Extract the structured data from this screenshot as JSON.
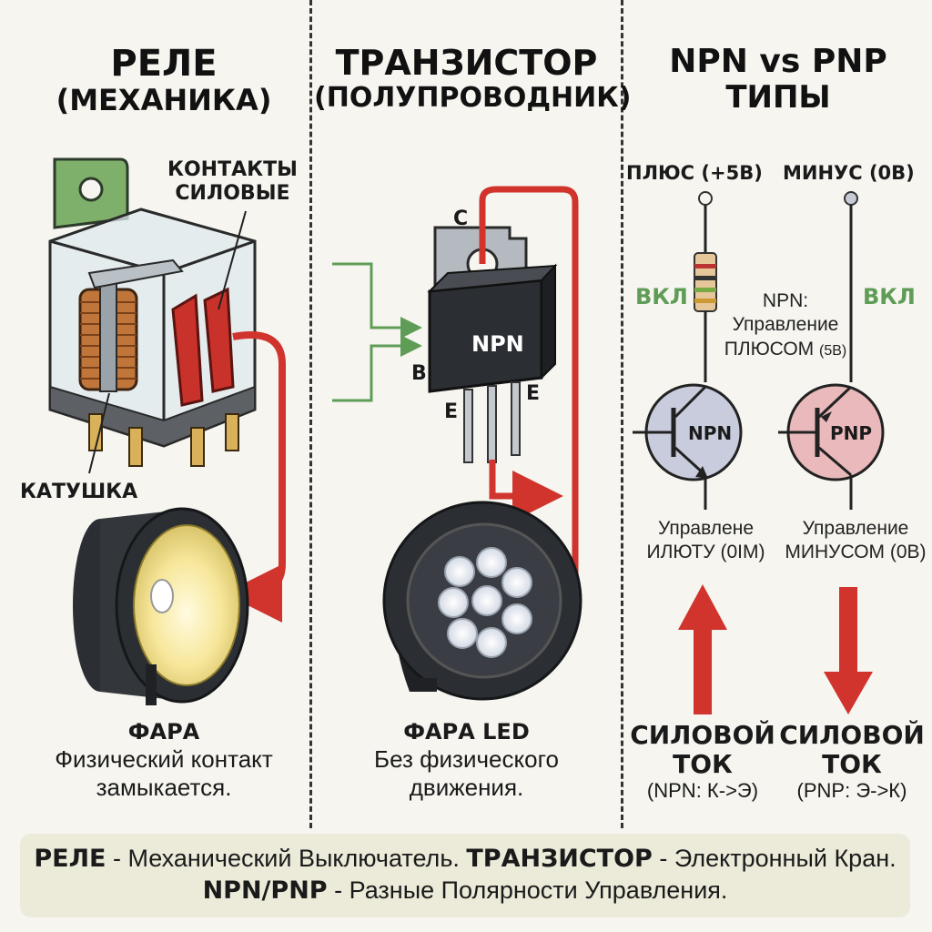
{
  "columns": {
    "relay": {
      "title_line1": "РЕЛЕ",
      "title_line2": "(МЕХАНИКА)",
      "label_contacts_1": "КОНТАКТЫ",
      "label_contacts_2": "СИЛОВЫЕ",
      "label_coil": "КАТУШКА",
      "lamp_title": "ФАРА",
      "lamp_desc": "Физический контакт замыкается."
    },
    "transistor": {
      "title_line1": "ТРАНЗИСТОР",
      "title_line2": "(ПОЛУПРОВОДНИК)",
      "pin_c": "C",
      "pin_b": "B",
      "pin_e_left": "E",
      "pin_e_right": "E",
      "body_label": "NPN",
      "lamp_title": "ФАРА LED",
      "lamp_desc": "Без физического движения."
    },
    "types": {
      "title_line1": "NPN vs PNP",
      "title_line2": "ТИПЫ",
      "plus_label": "ПЛЮС (+5В)",
      "minus_label": "МИНУС (0В)",
      "on_left": "ВКЛ",
      "on_right": "ВКЛ",
      "npn_note_1": "NPN:",
      "npn_note_2": "Управление",
      "npn_note_3": "ПЛЮСОМ",
      "npn_note_4": "(5В)",
      "npn_symbol": "NPN",
      "pnp_symbol": "PNP",
      "npn_ctrl_1": "Управлене",
      "npn_ctrl_2": "ИЛЮТУ (0IM)",
      "pnp_ctrl_1": "Управление",
      "pnp_ctrl_2": "МИНУСОМ (0В)",
      "npn_power_1": "СИЛОВОЙ",
      "npn_power_2": "ТОК",
      "npn_power_3": "(NPN: К->Э)",
      "pnp_power_1": "СИЛОВОЙ",
      "pnp_power_2": "ТОК",
      "pnp_power_3": "(PNP: Э->К)"
    }
  },
  "footer": {
    "relay_bold": "РЕЛЕ",
    "relay_text": " - Механический Выключатель. ",
    "transistor_bold": "ТРАНЗИСТОР",
    "transistor_text": " - Электронный Кран. ",
    "npnpnp_bold": "NPN/PNP",
    "npnpnp_text": " - Разные Полярности Управления."
  },
  "colors": {
    "wire_red": "#d0342c",
    "signal_green": "#5f9d57",
    "bracket_green": "#7fb06b",
    "copper": "#c0753a",
    "npn_fill": "#c9ccdc",
    "pnp_fill": "#e9b9bb",
    "led_body": "#2b2e33"
  }
}
